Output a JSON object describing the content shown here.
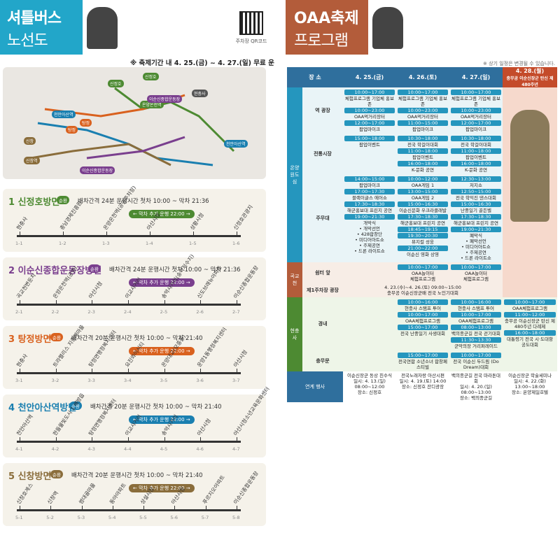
{
  "left": {
    "title1": "셔틀버스",
    "title2": "노선도",
    "qr_label": "주차장 QR코드",
    "notice": "※ 축제기간 내 4. 25.(금) ~ 4. 27.(일) 무료 운행",
    "map_labels": [
      "신정호",
      "온양온천역",
      "천안아산역",
      "탕정",
      "신창",
      "이순신종합운동장",
      "현충사",
      "이순신종합운동장",
      "신창역",
      "탕정",
      "신정호",
      "천안아산역"
    ],
    "badge_loop": "순환",
    "routes": [
      {
        "title": "1 신정호방면",
        "interval": "배차간격",
        "interval_val": "24분",
        "times": "운행시간 첫차 10:00 ~ 막차 21:36",
        "late": "← 막차 추가 운행 22:00 →",
        "color": "#4d8a32",
        "stops": [
          "현충사",
          "충남경제진흥원",
          "온양온천역(공영주차장)",
          "아산시청",
          "상황시청",
          "신정호관광지"
        ],
        "nums": [
          "1-1",
          "1-2",
          "1-3",
          "1-4",
          "1-5",
          "1-6"
        ]
      },
      {
        "title": "2 이순신종합운동장방면",
        "interval": "배차간격",
        "interval_val": "24분",
        "times": "운행시간 첫차 10:00 ~ 막차 21:36",
        "late": "← 막차 추가 운행 22:00 →",
        "color": "#7a3f8e",
        "stops": [
          "곡교천변둔치",
          "온양온천역(공영)",
          "아산시청",
          "이교사거리",
          "송악사거리(송악저수지)",
          "신도브래뉴아파트",
          "이순신종합운동장"
        ],
        "nums": [
          "2-1",
          "2-2",
          "2-3",
          "2-4",
          "2-5",
          "2-6",
          "2-7"
        ]
      },
      {
        "title": "3 탕정방면",
        "interval": "배차간격",
        "interval_val": "20분",
        "times": "운행시간 첫차 10:00 ~ 막차 21:40",
        "late": "← 막차 추가 운행 22:00 →",
        "color": "#d9611e",
        "stops": [
          "현충사",
          "트라팰리스 지중해마을",
          "탕정면행정복지센터",
          "요진와이시티",
          "온양대교(모종동)",
          "운양1동행정복지센터",
          "아산시청"
        ],
        "nums": [
          "3-1",
          "3-2",
          "3-3",
          "3-4",
          "3-5",
          "3-6",
          "3-7"
        ]
      },
      {
        "title": "4 천안아산역방면",
        "interval": "배차간격",
        "interval_val": "20분",
        "times": "운행시간 첫차 10:00 ~ 막차 21:40",
        "late": "← 막차 추가 운행 22:00 →",
        "color": "#1a7fb0",
        "stops": [
          "천안아산역",
          "한들물빛도시 1 배방읍",
          "탕정면행정복지센터",
          "이교사거리",
          "송악사거리",
          "아산시청",
          "아산시청소년교육문화센터"
        ],
        "nums": [
          "4-1",
          "4-2",
          "4-3",
          "4-4",
          "4-5",
          "4-6",
          "4-7"
        ]
      },
      {
        "title": "5 신창방면",
        "interval": "배차간격",
        "interval_val": "20분",
        "times": "운행시간 첫차 10:00 ~ 막차 21:40",
        "late": "← 막차 추가 운행 22:00 →",
        "color": "#8a6d3b",
        "stops": [
          "신창호계스",
          "신창역",
          "썸대골마을",
          "동아아파트",
          "상설시장",
          "아산시청",
          "푸르지오아파트",
          "이순신종합운동장"
        ],
        "nums": [
          "5-1",
          "5-2",
          "5-3",
          "5-4",
          "5-5",
          "5-6",
          "5-7",
          "5-8"
        ]
      }
    ]
  },
  "right": {
    "title1": "OAA축제",
    "title2": "프로그램",
    "note": "※ 상기 일정은 변경될 수 있습니다.",
    "headers": [
      "장 소",
      "4. 25.(금)",
      "4. 26.(토)",
      "4. 27.(일)",
      "4. 28.(월)"
    ],
    "sub28": "충무공 이순신장군 탄신 제480주년",
    "rows": [
      {
        "group": "온양 원도심",
        "place": "역 광장",
        "c1": [
          "10:00~17:00",
          "체험프로그램 기업체 홍보존",
          "10:00~23:00",
          "OAA먹거리장터",
          "12:00~17:00",
          "팝업마이크"
        ],
        "c2": [
          "10:00~17:00",
          "체험프로그램 기업체 홍보존",
          "10:00~23:00",
          "OAA먹거리장터",
          "11:00~15:00",
          "팝업마이크"
        ],
        "c3": [
          "10:00~17:00",
          "체험프로그램 기업체 홍보존",
          "10:00~23:00",
          "OAA먹거리장터",
          "12:00~17:00",
          "팝업마이크"
        ]
      },
      {
        "group": "",
        "place": "전통시장",
        "c1": [
          "15:00~18:00",
          "팝업이벤트"
        ],
        "c2": [
          "10:30~18:00",
          "전국 학걸이대회",
          "11:00~18:00",
          "팝업이벤트",
          "16:00~18:00",
          "K-문화 공연"
        ],
        "c3": [
          "10:30~18:00",
          "전국 학걸이대회",
          "11:00~18:00",
          "팝업이벤트",
          "16:00~18:00",
          "K-문화 공연"
        ]
      },
      {
        "group": "",
        "place": "주무대",
        "c1": [
          "14:00~15:00",
          "팝업마이크",
          "17:00~17:30",
          "블랙이글스 에어쇼",
          "17:30~18:30",
          "해군홍보대 프린지 공연",
          "19:00~21:30",
          "개막식",
          "• 개막선언",
          "• 428합창단",
          "• 미디어아트쇼",
          "• 주제공연",
          "• 드론 라이트쇼"
        ],
        "c2": [
          "10:00~12:00",
          "OAA게임 1",
          "13:00~15:00",
          "OAA게임 2",
          "15:00~16:30",
          "이순신문화 우크라클래발",
          "17:30~18:30",
          "해군홍보대 프린지 공연",
          "18:45~19:15",
          "19:30~20:30",
          "뮤지컬 성웅",
          "21:00~22:00",
          "이순신 영화 상영"
        ],
        "c3": [
          "12:30~13:00",
          "저지쇼",
          "12:50~15:00",
          "전국 학익진 댄스대회",
          "15:00~16:30",
          "난중일기 골든벨",
          "17:30~18:30",
          "해군홍보대 프린지 공연",
          "19:00~21:30",
          "폐막식",
          "• 폐막선언",
          "• 미디어아트쇼",
          "• 주제공연",
          "• 드론 라이트쇼"
        ]
      },
      {
        "group": "곡교천",
        "place": "쉼터 앞",
        "c1": [],
        "c2": [
          "10:00~17:00",
          "OAA놀이터",
          "체험프로그램"
        ],
        "c3": [
          "10:00~17:00",
          "OAA놀이터",
          "체험프로그램"
        ]
      },
      {
        "group": "",
        "place": "제1주차장 광장",
        "span": [
          "4. 23.(수)~4. 26.(토) 09:00~15:00",
          "충무공 이순신장군배 전국 노인기대회"
        ]
      },
      {
        "group": "현충사",
        "place": "경내",
        "c1": [],
        "c2": [
          "10:00~16:00",
          "현충사 스탬프 투어",
          "10:00~17:00",
          "OAA체험프로그램",
          "15:00~17:00",
          "전국 난중일기 사생대회"
        ],
        "c3": [
          "10:00~16:00",
          "현충사 스탬프 투어",
          "10:00~17:00",
          "OAA체험프로그램",
          "08:00~13:00",
          "백의종군길 전국 걷기대회",
          "11:30~13:30",
          "군악의장 거리퍼레이드"
        ],
        "c4": [
          "10:00~17:00",
          "OAA체험프로그램",
          "11:00~12:00",
          "충무공 이순신장군 탄신 제480주년 다례제",
          "16:00~18:00",
          "대통령기 전국 시·도대항 궁도대회"
        ]
      },
      {
        "group": "",
        "place": "충무문",
        "c1": [],
        "c2": [
          "15:00~17:00",
          "전국연합 소년소녀 합창페스티벌"
        ],
        "c3": [
          "10:00~17:00",
          "전국 이순신 두드림 (Do Dream)대회"
        ]
      },
      {
        "group": "연계 행사",
        "place": "",
        "c1": [
          "이순신장군 동상 친수식",
          "일시: 4. 13.(일) 08:00~12:00",
          "장소: 신정호"
        ],
        "c2": [
          "전국노래자랑 아산시편",
          "일시: 4. 19.(토) 14:00",
          "장소: 신정호 잔디광장"
        ],
        "c3": [
          "백의종군길 전국 마라톤대회",
          "일시: 4. 20.(일) 08:00~13:00",
          "장소: 백의종군길"
        ],
        "c4": [
          "이순신장군 학술세미나",
          "일시: 4. 22.(화) 13:00~18:00",
          "장소: 온양제일호텔"
        ]
      }
    ]
  }
}
